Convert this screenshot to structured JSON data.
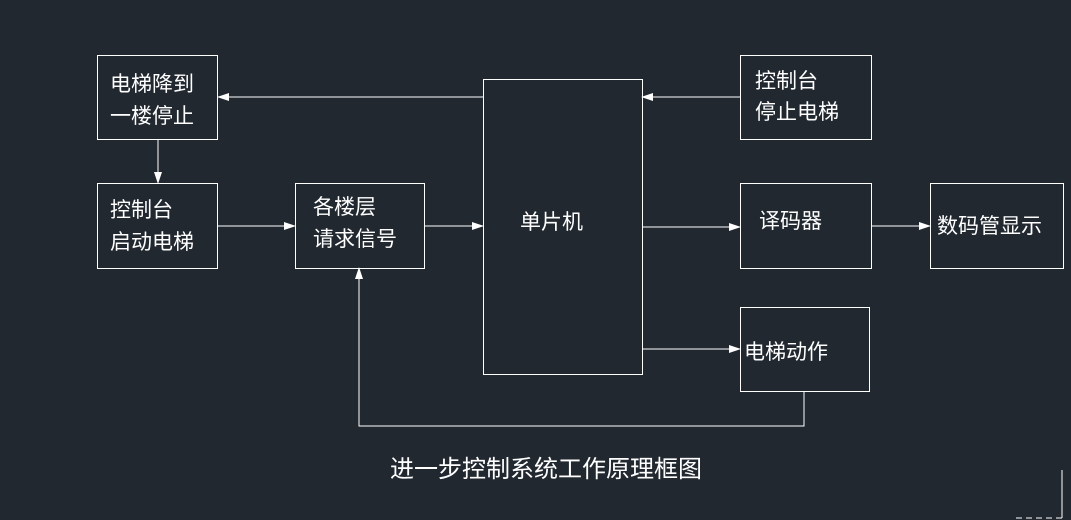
{
  "diagram": {
    "nodes": {
      "elevator_down": {
        "line1": "电梯降到",
        "line2": "一楼停止"
      },
      "console_start": {
        "line1": "控制台",
        "line2": "启动电梯"
      },
      "floor_request": {
        "line1": "各楼层",
        "line2": "请求信号"
      },
      "mcu": {
        "label": "单片机"
      },
      "console_stop": {
        "line1": "控制台",
        "line2": "停止电梯"
      },
      "decoder": {
        "label": "译码器"
      },
      "display": {
        "label": "数码管显示"
      },
      "elevator_action": {
        "label": "电梯动作"
      }
    },
    "caption": "进一步控制系统工作原理框图",
    "colors": {
      "background": "#212830",
      "line": "#ffffff"
    }
  }
}
